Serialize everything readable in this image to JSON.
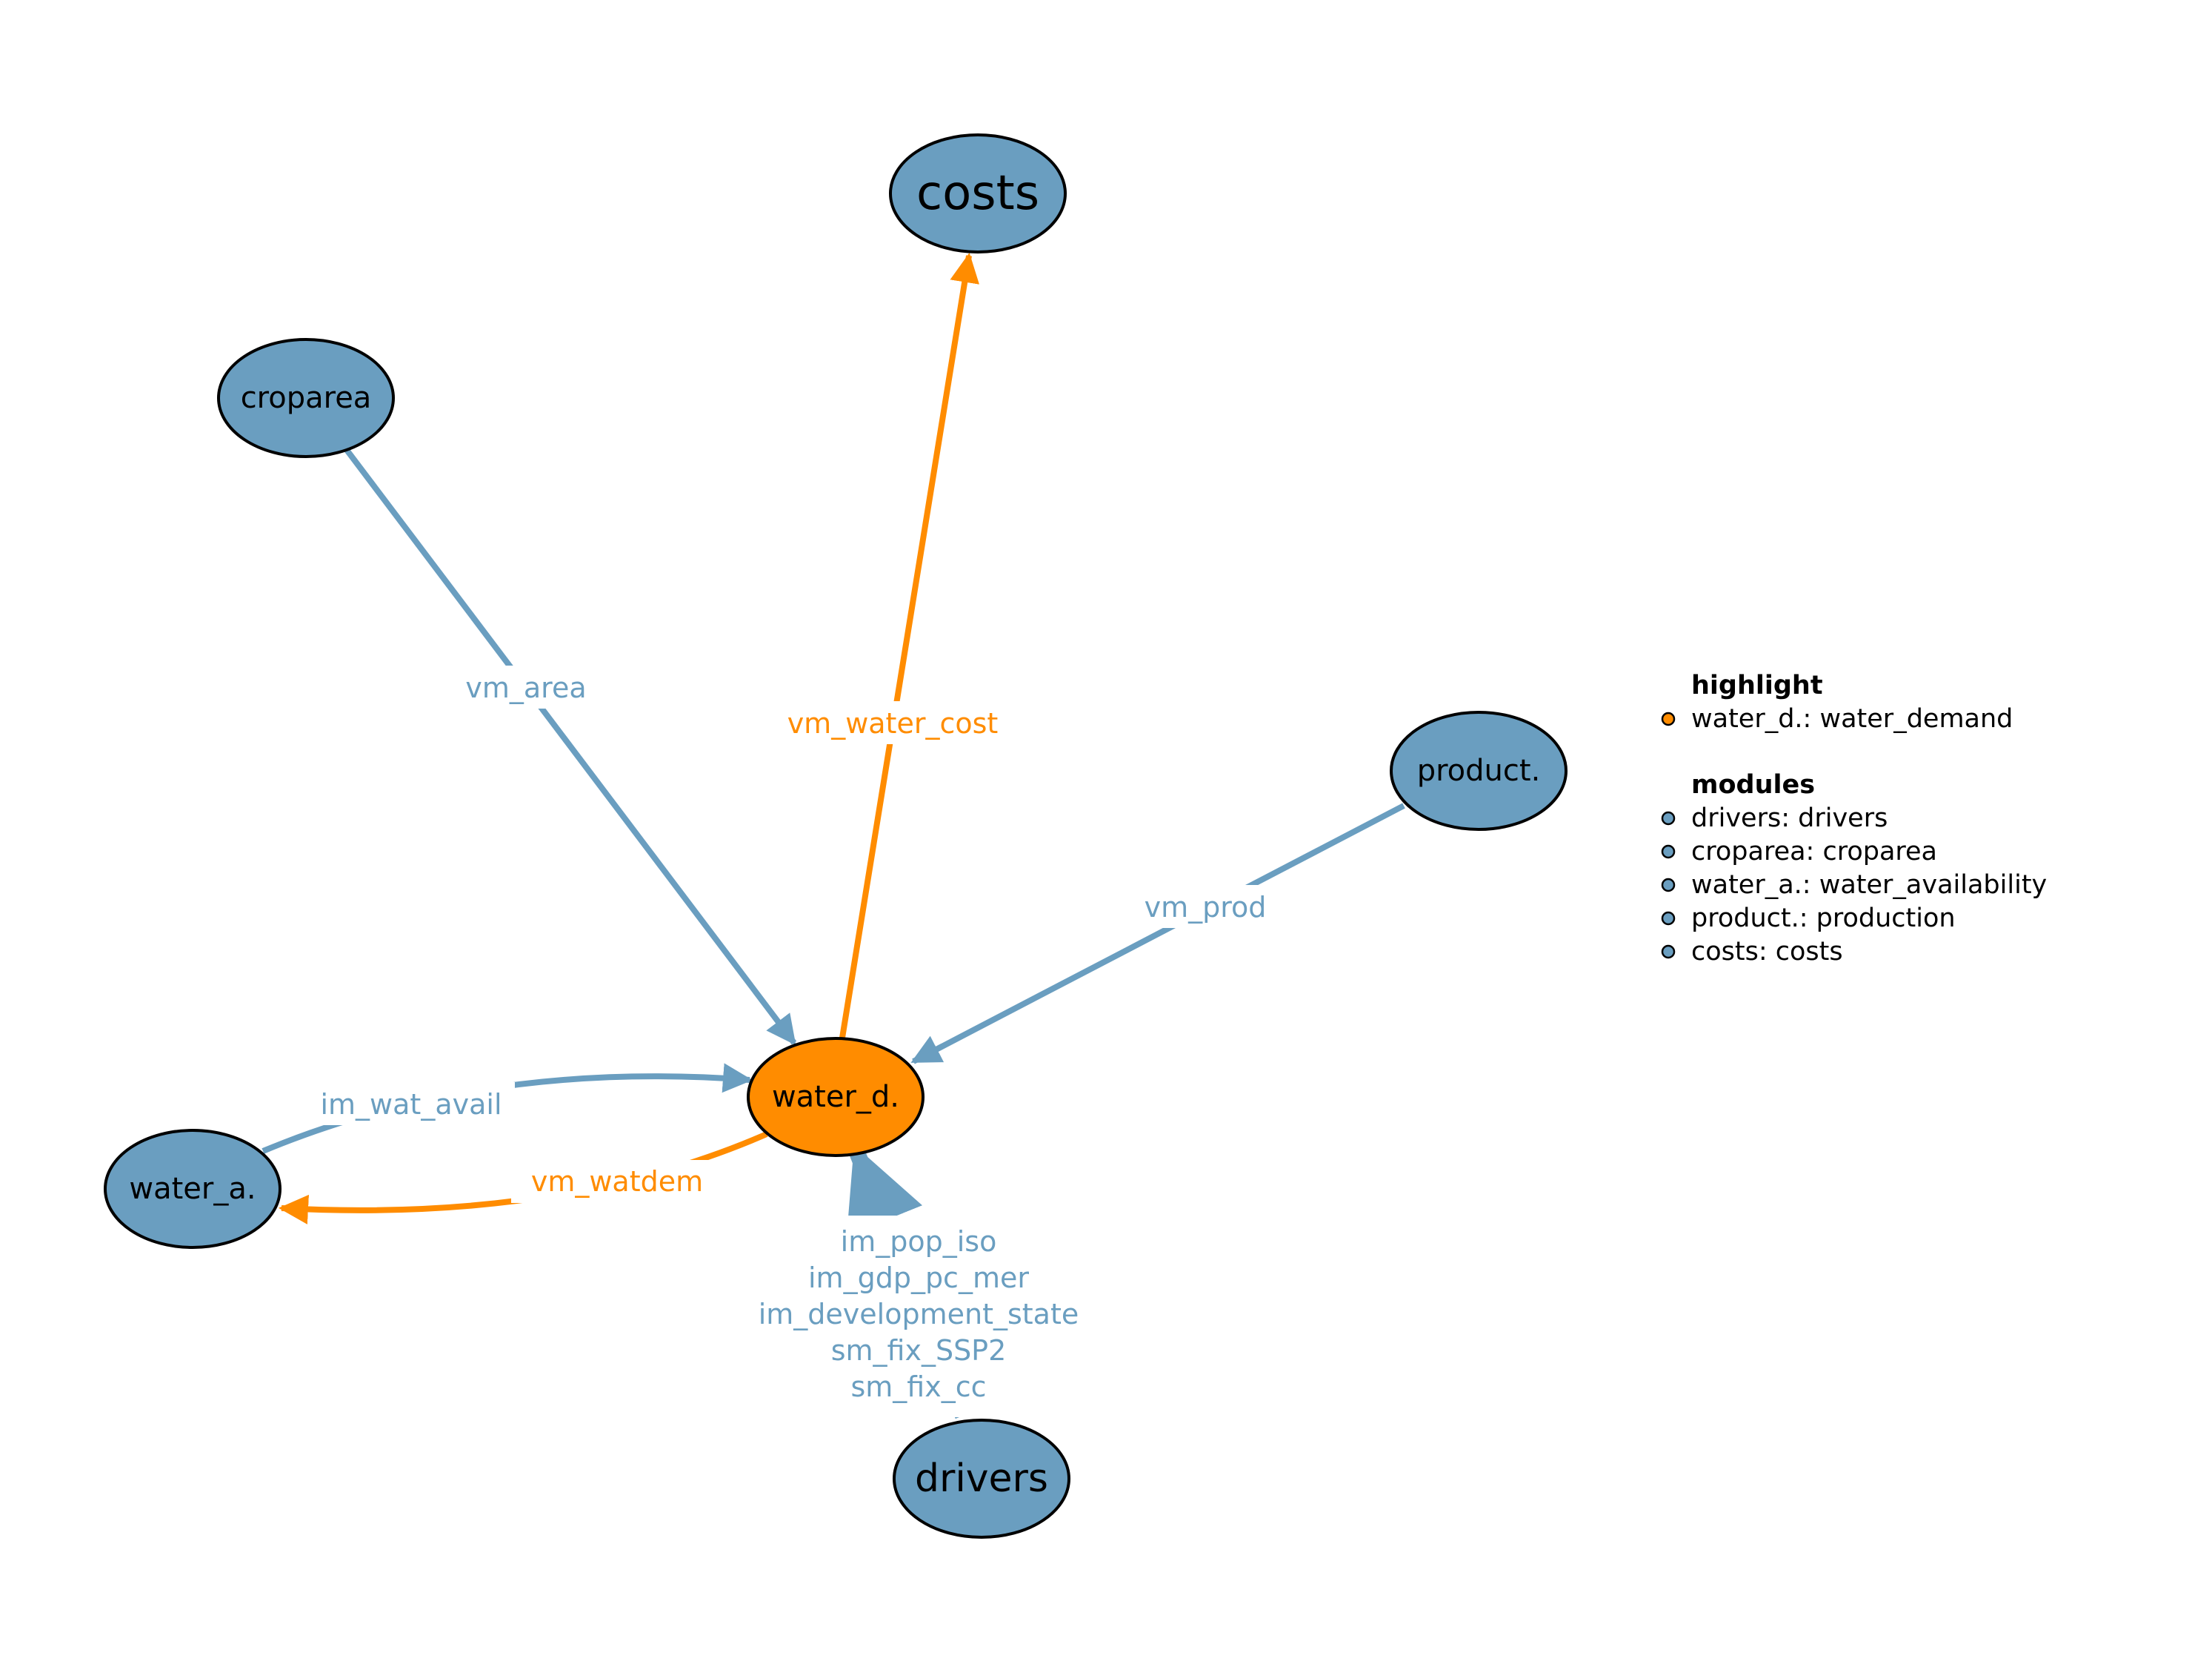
{
  "colors": {
    "module": "#6a9ec0",
    "highlight": "#ff8c00",
    "outline": "#000000"
  },
  "nodes": {
    "costs": "costs",
    "croparea": "croparea",
    "product": "product.",
    "water_d": "water_d.",
    "water_a": "water_a.",
    "drivers": "drivers"
  },
  "edges": {
    "vm_area": "vm_area",
    "vm_water_cost": "vm_water_cost",
    "vm_prod": "vm_prod",
    "im_wat_avail": "im_wat_avail",
    "vm_watdem": "vm_watdem",
    "drivers_vars": [
      "im_pop_iso",
      "im_gdp_pc_mer",
      "im_development_state",
      "sm_fix_SSP2",
      "sm_fix_cc"
    ]
  },
  "legend": {
    "highlight_title": "highlight",
    "highlight_items": [
      "water_d.: water_demand"
    ],
    "modules_title": "modules",
    "module_items": [
      "drivers: drivers",
      "croparea: croparea",
      "water_a.: water_availability",
      "product.: production",
      "costs: costs"
    ]
  }
}
